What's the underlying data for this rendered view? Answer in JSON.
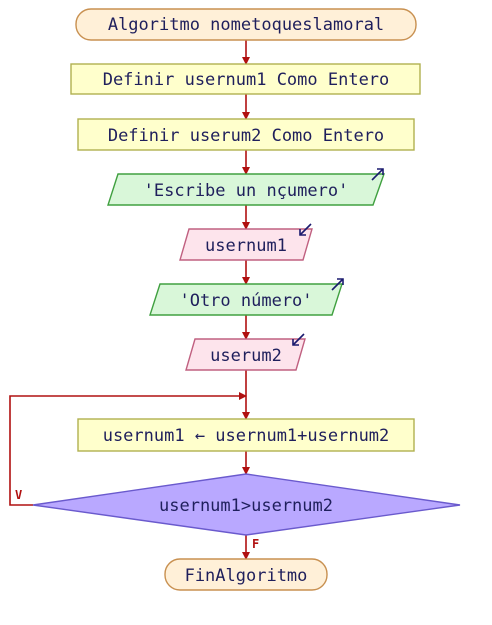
{
  "flowchart": {
    "start_label": "Algoritmo nometoqueslamoral",
    "define_1": "Definir usernum1 Como Entero",
    "define_2": "Definir userum2 Como Entero",
    "output_1": "'Escribe un nçumero'",
    "input_1": "usernum1",
    "output_2": "'Otro número'",
    "input_2": "userum2",
    "assign": "usernum1 ← usernum1+usernum2",
    "condition": "usernum1>usernum2",
    "true_label": "V",
    "false_label": "F",
    "end_label": "FinAlgoritmo"
  },
  "colors": {
    "terminal_fill": "#fff0d8",
    "terminal_stroke": "#c89050",
    "process_fill": "#ffffcc",
    "process_stroke": "#b0b050",
    "output_fill": "#d9f7d9",
    "output_stroke": "#40a040",
    "input_fill": "#fde4ec",
    "input_stroke": "#c06080",
    "decision_fill": "#b9a8ff",
    "decision_stroke": "#6a5acd",
    "connector": "#b01010",
    "io_arrow": "#1a1a6e"
  }
}
